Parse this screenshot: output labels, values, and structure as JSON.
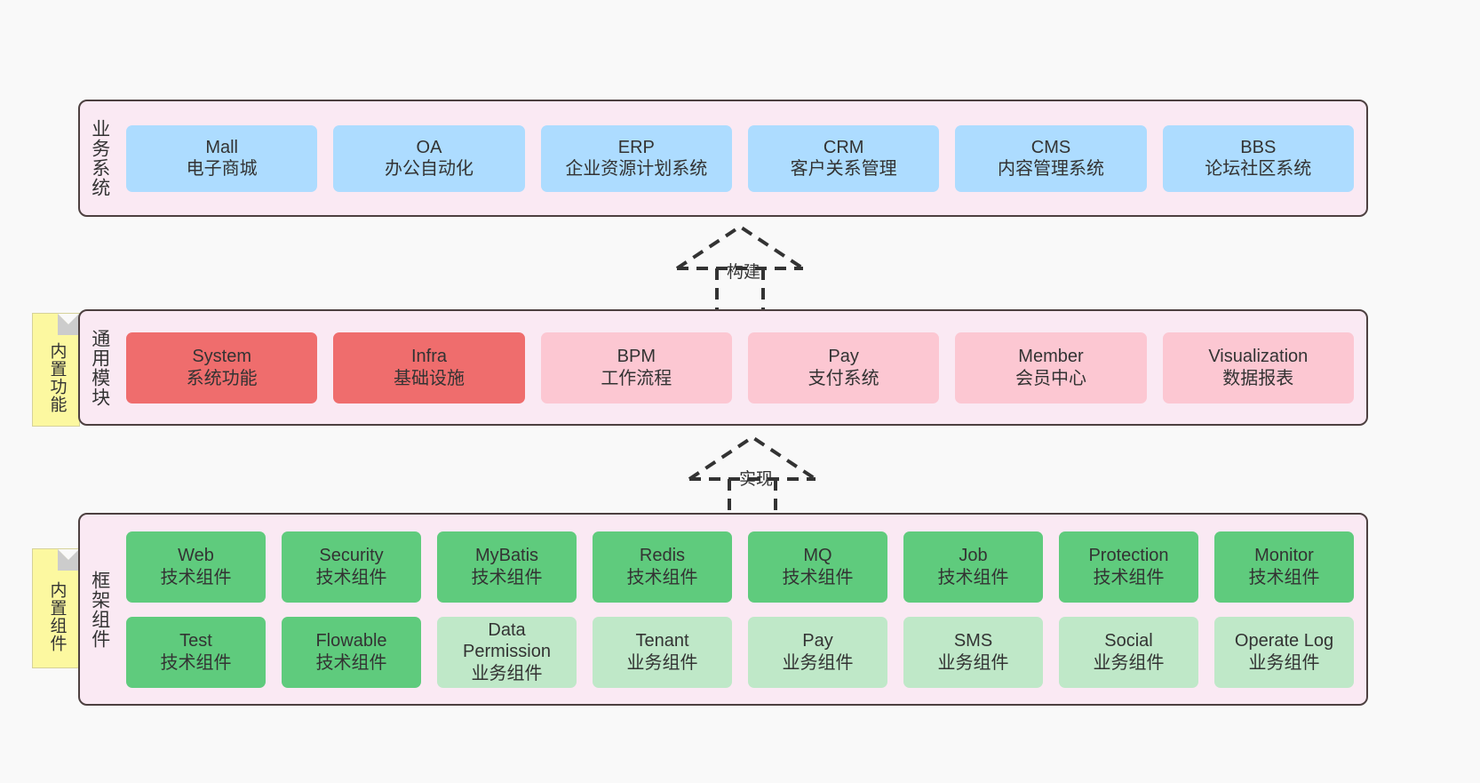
{
  "diagram": {
    "background": "#f9f9f9",
    "band_background": "#fae9f3",
    "band_border": "#4d4040",
    "sticky_background": "#fcf8a0"
  },
  "layers": [
    {
      "id": "business",
      "title": "业务系统",
      "rows": [
        {
          "cards": [
            {
              "title": "Mall",
              "subtitle": "电子商城",
              "color": "#addcff"
            },
            {
              "title": "OA",
              "subtitle": "办公自动化",
              "color": "#addcff"
            },
            {
              "title": "ERP",
              "subtitle": "企业资源计划系统",
              "color": "#addcff"
            },
            {
              "title": "CRM",
              "subtitle": "客户关系管理",
              "color": "#addcff"
            },
            {
              "title": "CMS",
              "subtitle": "内容管理系统",
              "color": "#addcff"
            },
            {
              "title": "BBS",
              "subtitle": "论坛社区系统",
              "color": "#addcff"
            }
          ]
        }
      ]
    },
    {
      "id": "common",
      "title": "通用模块",
      "sticky": "内置功能",
      "rows": [
        {
          "cards": [
            {
              "title": "System",
              "subtitle": "系统功能",
              "color": "#ef6d6d"
            },
            {
              "title": "Infra",
              "subtitle": "基础设施",
              "color": "#ef6d6d"
            },
            {
              "title": "BPM",
              "subtitle": "工作流程",
              "color": "#fcc7d2"
            },
            {
              "title": "Pay",
              "subtitle": "支付系统",
              "color": "#fcc7d2"
            },
            {
              "title": "Member",
              "subtitle": "会员中心",
              "color": "#fcc7d2"
            },
            {
              "title": "Visualization",
              "subtitle": "数据报表",
              "color": "#fcc7d2"
            }
          ]
        }
      ]
    },
    {
      "id": "framework",
      "title": "框架组件",
      "sticky": "内置组件",
      "rows": [
        {
          "cards": [
            {
              "title": "Web",
              "subtitle": "技术组件",
              "color": "#5fcb7d"
            },
            {
              "title": "Security",
              "subtitle": "技术组件",
              "color": "#5fcb7d"
            },
            {
              "title": "MyBatis",
              "subtitle": "技术组件",
              "color": "#5fcb7d"
            },
            {
              "title": "Redis",
              "subtitle": "技术组件",
              "color": "#5fcb7d"
            },
            {
              "title": "MQ",
              "subtitle": "技术组件",
              "color": "#5fcb7d"
            },
            {
              "title": "Job",
              "subtitle": "技术组件",
              "color": "#5fcb7d"
            },
            {
              "title": "Protection",
              "subtitle": "技术组件",
              "color": "#5fcb7d"
            },
            {
              "title": "Monitor",
              "subtitle": "技术组件",
              "color": "#5fcb7d"
            }
          ]
        },
        {
          "cards": [
            {
              "title": "Test",
              "subtitle": "技术组件",
              "color": "#5fcb7d"
            },
            {
              "title": "Flowable",
              "subtitle": "技术组件",
              "color": "#5fcb7d"
            },
            {
              "title": "Data Permission",
              "subtitle": "业务组件",
              "color": "#bfe8c8"
            },
            {
              "title": "Tenant",
              "subtitle": "业务组件",
              "color": "#bfe8c8"
            },
            {
              "title": "Pay",
              "subtitle": "业务组件",
              "color": "#bfe8c8"
            },
            {
              "title": "SMS",
              "subtitle": "业务组件",
              "color": "#bfe8c8"
            },
            {
              "title": "Social",
              "subtitle": "业务组件",
              "color": "#bfe8c8"
            },
            {
              "title": "Operate Log",
              "subtitle": "业务组件",
              "color": "#bfe8c8"
            }
          ]
        }
      ]
    }
  ],
  "connectors": [
    {
      "id": "build",
      "label": "构建",
      "style": "dashed-hollow-triangle-up"
    },
    {
      "id": "impl",
      "label": "实现",
      "style": "dashed-hollow-triangle-up"
    }
  ]
}
